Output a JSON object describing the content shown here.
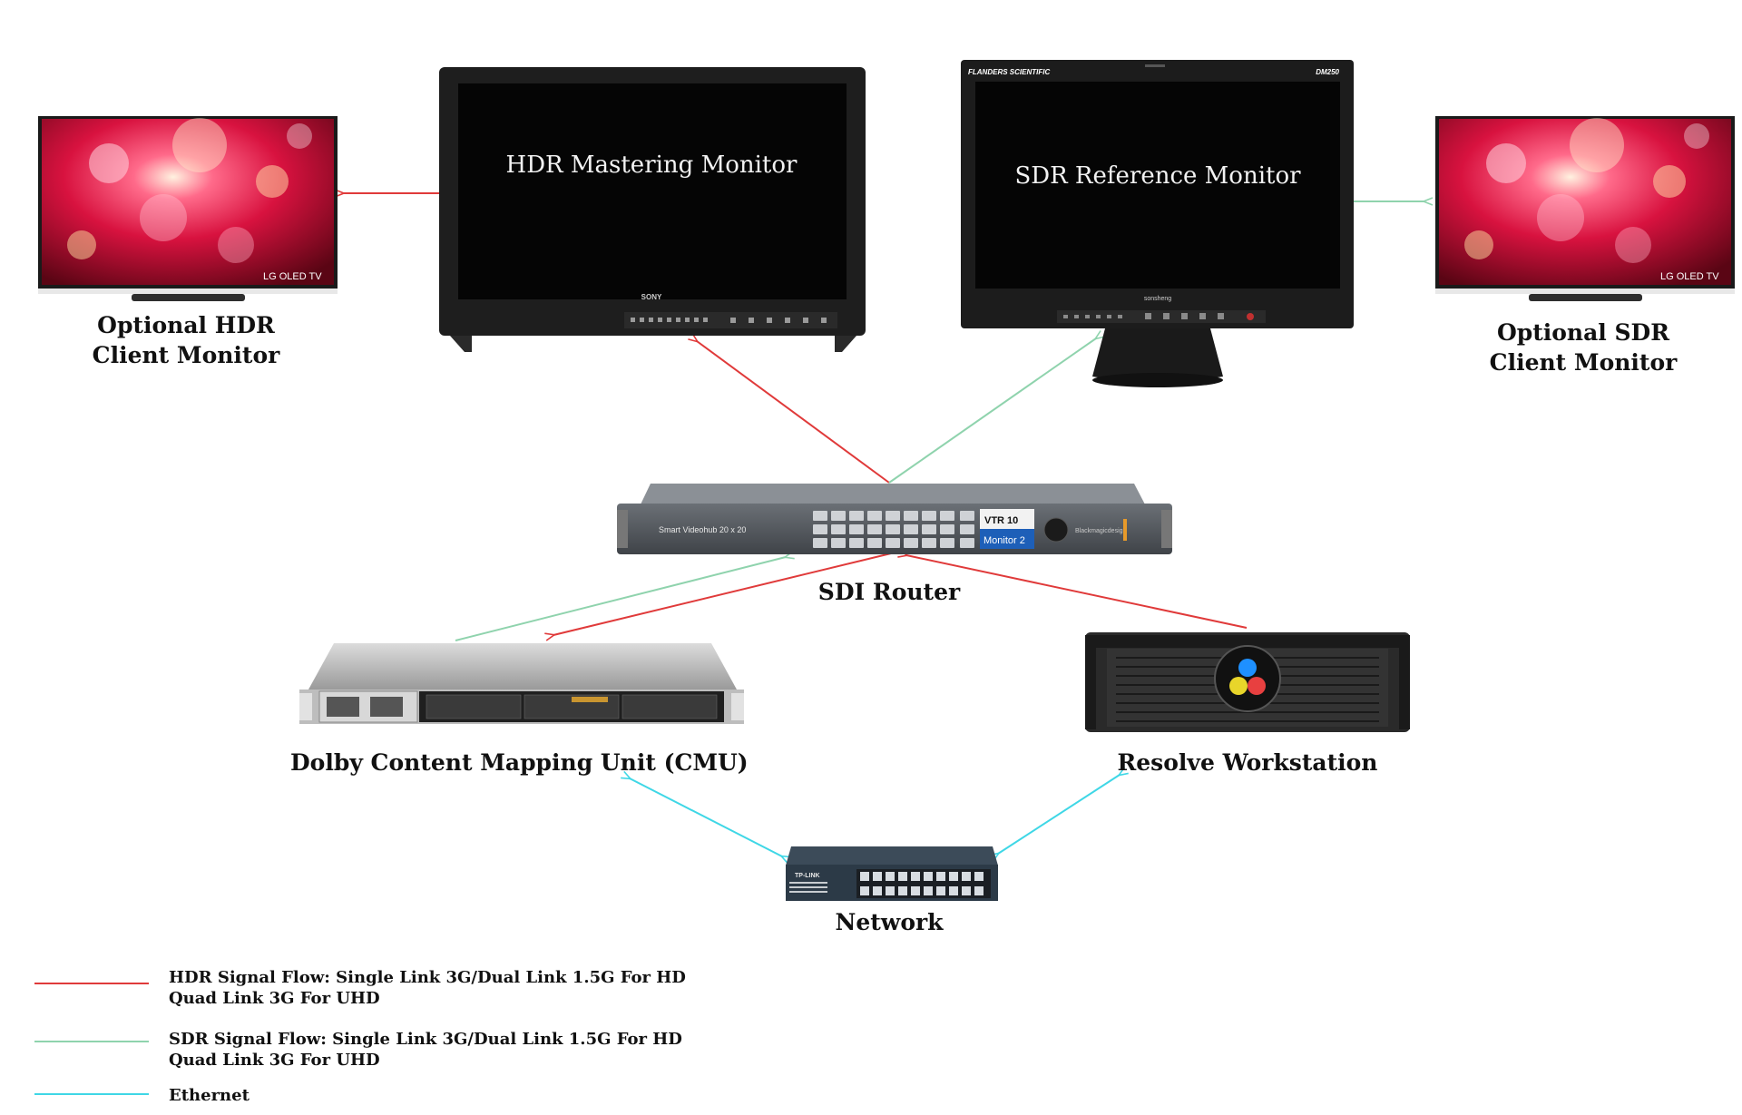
{
  "diagram": {
    "nodes": {
      "hdr_client": {
        "label_line1": "Optional HDR",
        "label_line2": "Client Monitor",
        "screen_brand": "LG OLED TV"
      },
      "hdr_master": {
        "label": "HDR Mastering Monitor",
        "brand": "SONY"
      },
      "sdr_ref": {
        "label": "SDR Reference Monitor",
        "brand_left": "FLANDERS SCIENTIFIC",
        "brand_right": "DM250",
        "bezel_brand": "sonsheng"
      },
      "sdr_client": {
        "label_line1": "Optional SDR",
        "label_line2": "Client Monitor",
        "screen_brand": "LG OLED TV"
      },
      "router": {
        "label": "SDI Router",
        "model": "Smart Videohub 20 x 20",
        "display_line1": "VTR 10",
        "display_line2": "Monitor 2",
        "brand": "Blackmagicdesign"
      },
      "cmu": {
        "label": "Dolby Content Mapping Unit (CMU)"
      },
      "resolve": {
        "label": "Resolve Workstation"
      },
      "network": {
        "label": "Network",
        "brand": "TP-LINK"
      }
    },
    "colors": {
      "hdr": "#e03a3a",
      "sdr": "#8fd3ad",
      "ethernet": "#3fd7e6"
    }
  },
  "legend": [
    {
      "line1": "HDR Signal Flow: Single Link 3G/Dual Link 1.5G For HD",
      "line2": "Quad Link 3G For UHD",
      "color": "#e03a3a"
    },
    {
      "line1": "SDR Signal Flow: Single Link 3G/Dual Link 1.5G For HD",
      "line2": "Quad Link 3G For UHD",
      "color": "#8fd3ad"
    },
    {
      "line1": "Ethernet",
      "line2": "",
      "color": "#3fd7e6"
    }
  ]
}
